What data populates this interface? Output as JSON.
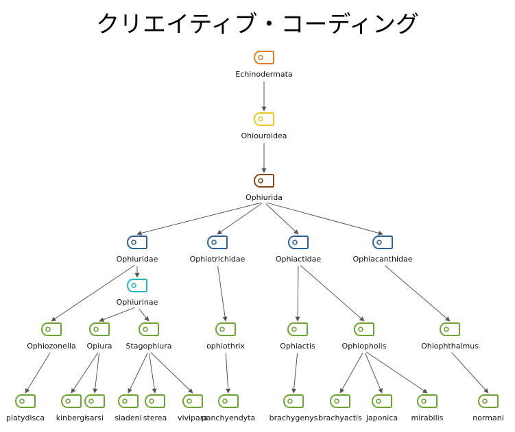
{
  "title": "クリエイティブ・コーディング",
  "edge_color": "#555555",
  "tree": {
    "name": "Echinodermata",
    "color": "#e07b22",
    "children": [
      {
        "name": "Ohiouroidea",
        "color": "#e8c724",
        "children": [
          {
            "name": "Ophiurida",
            "color": "#8b4513",
            "children": [
              {
                "name": "Ophiuridae",
                "color": "#2a6099",
                "children": [
                  {
                    "name": "Ophiozonella",
                    "color": "#6aa52c",
                    "children": [
                      {
                        "name": "platydisca",
                        "color": "#6aa52c"
                      }
                    ]
                  },
                  {
                    "name": "Ophiurinae",
                    "color": "#22b5c5",
                    "children": [
                      {
                        "name": "Opiura",
                        "color": "#6aa52c",
                        "children": [
                          {
                            "name": "kinbergi",
                            "color": "#6aa52c"
                          },
                          {
                            "name": "sarsi",
                            "color": "#6aa52c"
                          }
                        ]
                      },
                      {
                        "name": "Stagophiura",
                        "color": "#6aa52c",
                        "children": [
                          {
                            "name": "sladeni",
                            "color": "#6aa52c"
                          },
                          {
                            "name": "sterea",
                            "color": "#6aa52c"
                          },
                          {
                            "name": "vivipara",
                            "color": "#6aa52c"
                          }
                        ]
                      }
                    ]
                  }
                ]
              },
              {
                "name": "Ophiotrichidae",
                "color": "#2a6099",
                "children": [
                  {
                    "name": "ophiothrix",
                    "color": "#6aa52c",
                    "children": [
                      {
                        "name": "panchyendyta",
                        "color": "#6aa52c"
                      }
                    ]
                  }
                ]
              },
              {
                "name": "Ophiactidae",
                "color": "#2a6099",
                "children": [
                  {
                    "name": "Ophiactis",
                    "color": "#6aa52c",
                    "children": [
                      {
                        "name": "brachygenys",
                        "color": "#6aa52c"
                      }
                    ]
                  },
                  {
                    "name": "Ophiopholis",
                    "color": "#6aa52c",
                    "children": [
                      {
                        "name": "brachyactis",
                        "color": "#6aa52c"
                      },
                      {
                        "name": "japonica",
                        "color": "#6aa52c"
                      },
                      {
                        "name": "mirabilis",
                        "color": "#6aa52c"
                      }
                    ]
                  }
                ]
              },
              {
                "name": "Ophiacanthidae",
                "color": "#2a6099",
                "children": [
                  {
                    "name": "Ohiophthalmus",
                    "color": "#6aa52c",
                    "children": [
                      {
                        "name": "normani",
                        "color": "#6aa52c"
                      }
                    ]
                  }
                ]
              }
            ]
          }
        ]
      }
    ]
  }
}
